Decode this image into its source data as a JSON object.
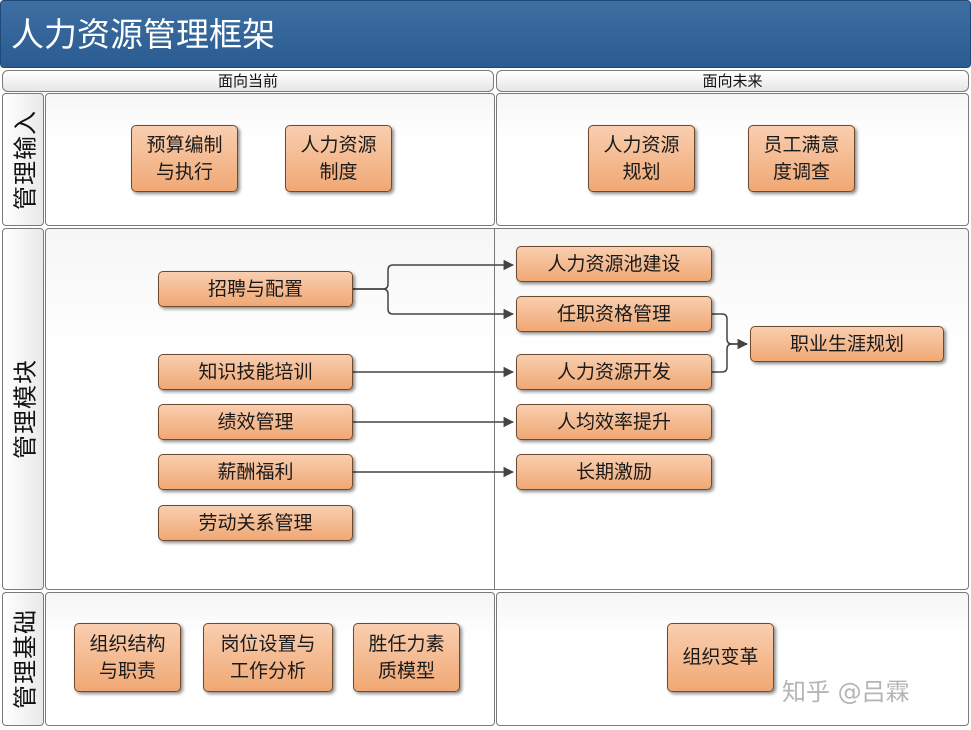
{
  "title": "人力资源管理框架",
  "columns": {
    "current": "面向当前",
    "future": "面向未来"
  },
  "rows": {
    "input": "管理输入",
    "modules": "管理模块",
    "foundation": "管理基础"
  },
  "input_current": [
    {
      "lines": [
        "预算编制",
        "与执行"
      ]
    },
    {
      "lines": [
        "人力资源",
        "制度"
      ]
    }
  ],
  "input_future": [
    {
      "lines": [
        "人力资源",
        "规划"
      ]
    },
    {
      "lines": [
        "员工满意",
        "度调查"
      ]
    }
  ],
  "modules_current": [
    "招聘与配置",
    "知识技能培训",
    "绩效管理",
    "薪酬福利",
    "劳动关系管理"
  ],
  "modules_future": [
    "人力资源池建设",
    "任职资格管理",
    "人力资源开发",
    "人均效率提升",
    "长期激励"
  ],
  "modules_career": "职业生涯规划",
  "foundation_current": [
    {
      "lines": [
        "组织结构",
        "与职责"
      ]
    },
    {
      "lines": [
        "岗位设置与",
        "工作分析"
      ]
    },
    {
      "lines": [
        "胜任力素",
        "质模型"
      ]
    }
  ],
  "foundation_future": "组织变革",
  "watermark": "知乎 @吕霖",
  "colors": {
    "title_bar": "#2b5c91",
    "box_fill": "#f4b183",
    "box_border": "#6e4a2e",
    "arrow": "#444444"
  }
}
